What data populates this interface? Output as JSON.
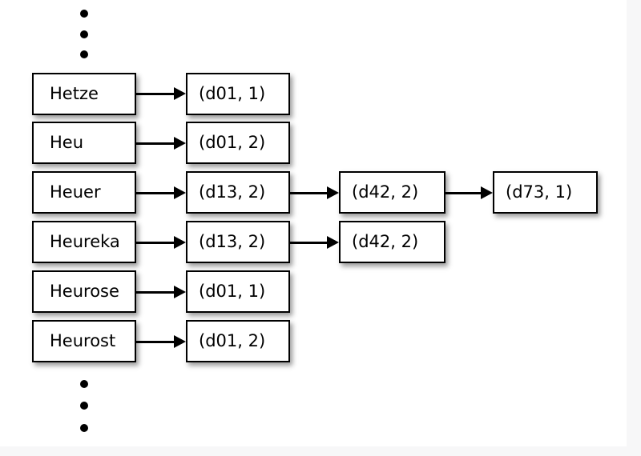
{
  "figure": {
    "title": "",
    "type": "diagram",
    "description": "Dictionary term list mapped to posting-list entries"
  },
  "canvas": {
    "background": "#ffffff",
    "page_background": "#f7f7f8",
    "node_fill": "#ffffff",
    "node_stroke": "#000000",
    "arrow_color": "#000000"
  },
  "ellipsis_top": {
    "name": "vertical-ellipsis-top",
    "dots": [
      "dot",
      "dot",
      "dot"
    ]
  },
  "ellipsis_bottom": {
    "name": "vertical-ellipsis-bottom",
    "dots": [
      "dot",
      "dot",
      "dot"
    ]
  },
  "terms": [
    {
      "label": "Hetze"
    },
    {
      "label": "Heu"
    },
    {
      "label": "Heuer"
    },
    {
      "label": "Heureka"
    },
    {
      "label": "Heurose"
    },
    {
      "label": "Heurost"
    }
  ],
  "postings": [
    {
      "label": "(d01, 1)"
    },
    {
      "label": "(d01, 2)"
    },
    {
      "label": "(d13, 2)"
    },
    {
      "label": "(d13, 2)"
    },
    {
      "label": "(d01, 1)"
    },
    {
      "label": "(d01, 2)"
    }
  ],
  "chain_level2": [
    {
      "label": "(d42, 2)"
    },
    {
      "label": "(d42, 2)"
    }
  ],
  "chain_level3": [
    {
      "label": "(d73, 1)"
    }
  ],
  "edges": [
    {
      "from": "Hetze",
      "to": "(d01, 1)"
    },
    {
      "from": "Heu",
      "to": "(d01, 2)"
    },
    {
      "from": "Heuer",
      "to": "(d13, 2)"
    },
    {
      "from": "Heureka",
      "to": "(d13, 2)"
    },
    {
      "from": "Heurose",
      "to": "(d01, 1)"
    },
    {
      "from": "Heurost",
      "to": "(d01, 2)"
    },
    {
      "from": "(d13, 2)",
      "to": "(d42, 2)"
    },
    {
      "from": "(d13, 2)",
      "to": "(d42, 2)"
    },
    {
      "from": "(d42, 2)",
      "to": "(d73, 1)"
    }
  ]
}
